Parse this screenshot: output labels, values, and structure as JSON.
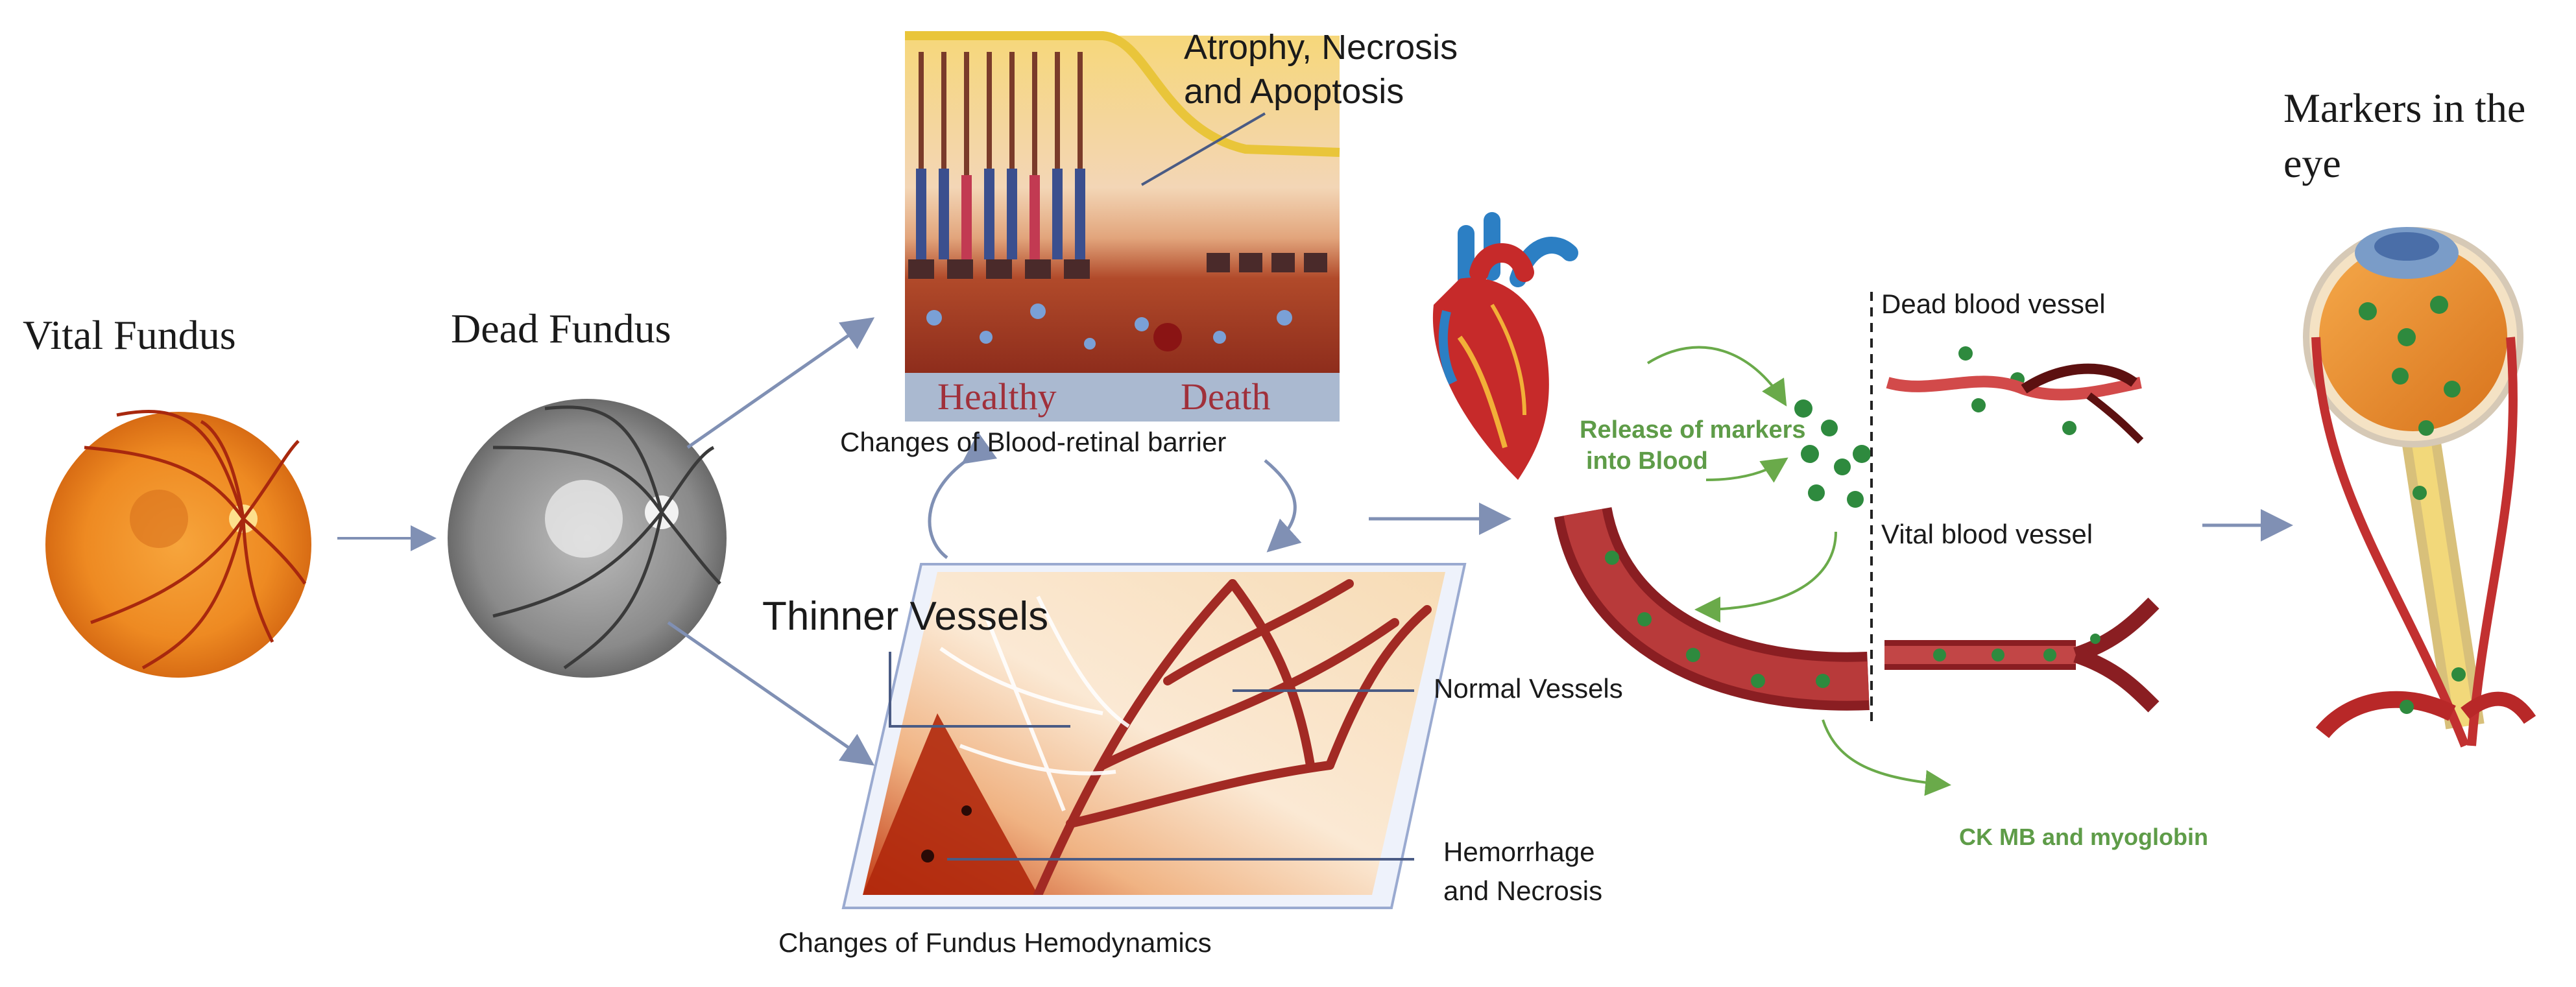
{
  "labels": {
    "vital_fundus": "Vital Fundus",
    "dead_fundus": "Dead Fundus",
    "atrophy": [
      "Atrophy,   Necrosis",
      "and Apoptosis"
    ],
    "healthy": "Healthy",
    "death": "Death",
    "blood_retinal_barrier": "Changes of Blood-retinal barrier",
    "thinner_vessels": "Thinner Vessels",
    "normal_vessels": "Normal Vessels",
    "hemorrhage": [
      "Hemorrhage",
      "and Necrosis"
    ],
    "hemodynamics": "Changes of  Fundus Hemodynamics",
    "release_markers": [
      "Release of markers",
      "into Blood"
    ],
    "dead_blood_vessel": "Dead blood vessel",
    "vital_blood_vessel": "Vital blood vessel",
    "ck_mb": "CK MB and myoglobin",
    "markers_eye": [
      "Markers in the",
      "eye"
    ]
  },
  "colors": {
    "arrow": "#8090b4",
    "green_arrow": "#6aaa4a",
    "green_text": "#5e9c48",
    "marker_dot": "#2e8a3e",
    "vessel": "#8a1e22"
  },
  "icons": [
    "retina-fundus-icon",
    "dead-fundus-icon",
    "heart-icon",
    "blood-vessel-icon",
    "eye-cross-section-icon"
  ]
}
